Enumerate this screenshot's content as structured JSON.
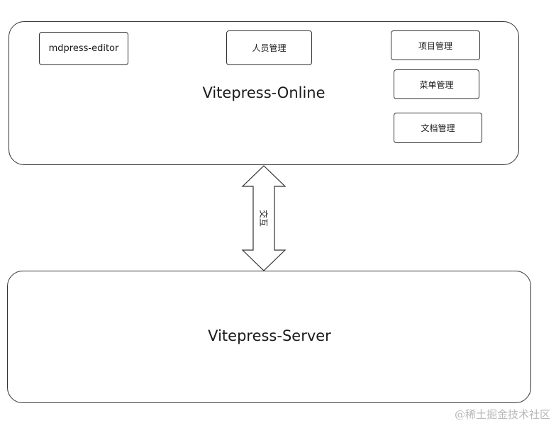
{
  "diagram": {
    "top_container": {
      "title": "Vitepress-Online",
      "boxes": [
        {
          "label": "mdpress-editor"
        },
        {
          "label": "人员管理"
        },
        {
          "label": "项目管理"
        },
        {
          "label": "菜单管理"
        },
        {
          "label": "文档管理"
        }
      ]
    },
    "connector": {
      "label": "交互",
      "direction": "bidirectional"
    },
    "bottom_container": {
      "title": "Vitepress-Server"
    }
  },
  "watermark": "@稀土掘金技术社区"
}
